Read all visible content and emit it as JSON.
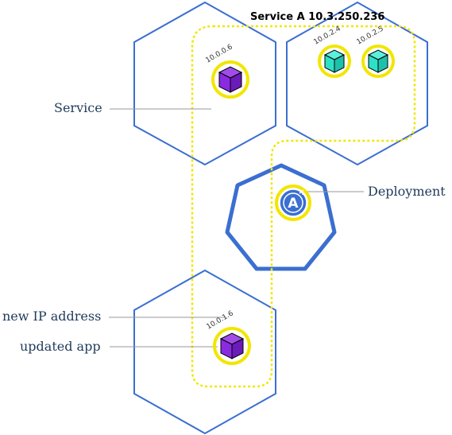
{
  "service_title": "Service A 10.3.250.236",
  "labels": {
    "service": "Service",
    "deployment": "Deployment",
    "new_ip": "new IP address",
    "updated_app": "updated app"
  },
  "pods": [
    {
      "ip": "10.0.0.6",
      "color": "#8a2be2"
    },
    {
      "ip": "10.0.2.4",
      "color": "#2ee0c8"
    },
    {
      "ip": "10.0.2.5",
      "color": "#2ee0c8"
    },
    {
      "ip": "10.0.1.6",
      "color": "#8a2be2"
    }
  ],
  "deployment_icon_letter": "A",
  "colors": {
    "node_outline": "#3b6fd0",
    "service_outline": "#f2e600",
    "pod_ring": "#f2e600",
    "deployment_fill": "#3b6fd0"
  }
}
